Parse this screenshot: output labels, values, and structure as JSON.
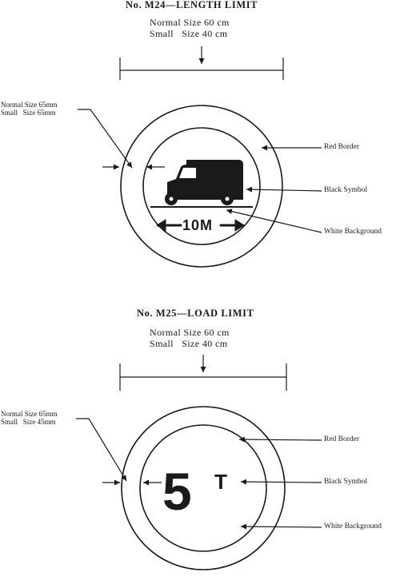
{
  "signs": [
    {
      "title": "No. M24—LENGTH LIMIT",
      "sizes": [
        "Normal Size 60 cm",
        "Small   Size 40 cm"
      ],
      "border_note": [
        "Normal Size 65mm",
        "Small   Size 65mm"
      ],
      "labels": {
        "border": "Red Border",
        "symbol": "Black Symbol",
        "background": "White Background"
      },
      "symbol_icon": "truck-icon",
      "plate_text": "10M"
    },
    {
      "title": "No. M25—LOAD LIMIT",
      "sizes": [
        "Normal Size 60 cm",
        "Small   Size 40 cm"
      ],
      "border_note": [
        "Normal Size 65mm",
        "Small   Size 45mm"
      ],
      "labels": {
        "border": "Red Border",
        "symbol": "Black Symbol",
        "background": "White Background"
      },
      "value": "5",
      "unit": "T"
    }
  ],
  "colors": {
    "ink": "#1a1a1a",
    "paper": "#ffffff"
  }
}
